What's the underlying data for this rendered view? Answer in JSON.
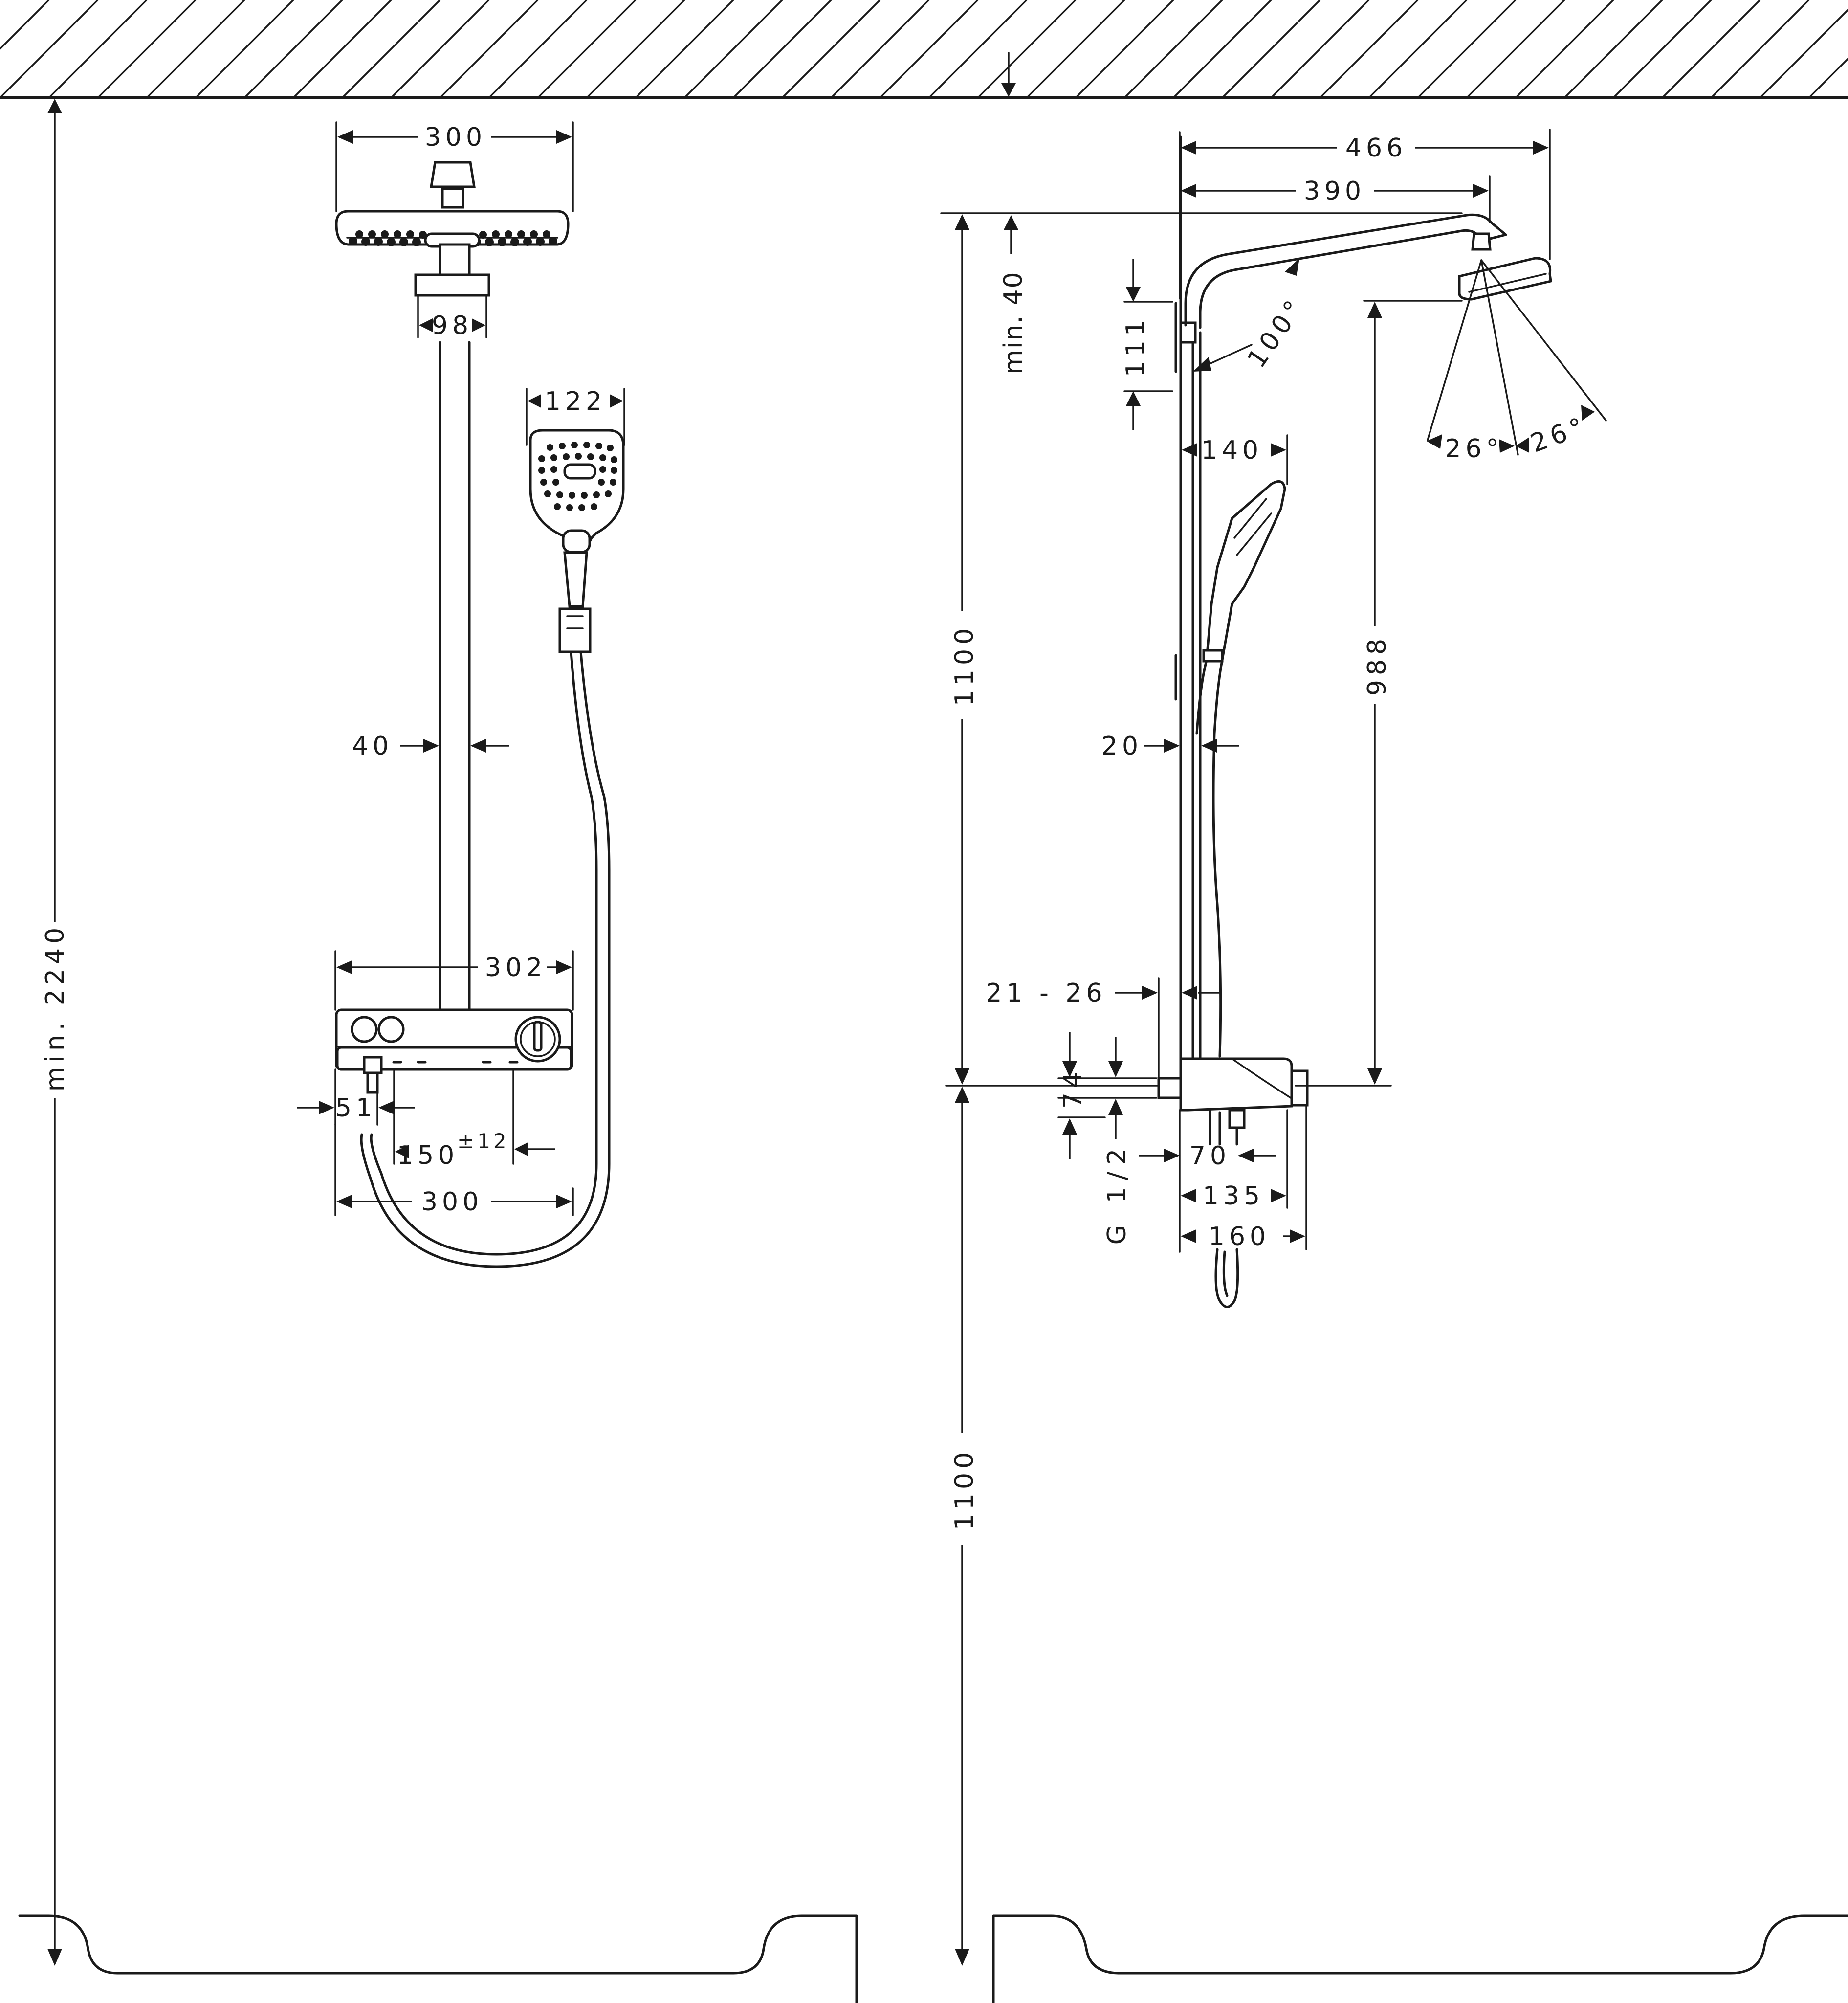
{
  "dimensions": {
    "front": {
      "head_width": "300",
      "arm_width": "98",
      "hand_shower_width": "122",
      "pipe_diameter": "40",
      "thermostat_width": "302",
      "outlet_offset": "51",
      "centres": "150",
      "centres_tolerance": "±12",
      "shelf_width": "300",
      "min_total_height": "min. 2240"
    },
    "side": {
      "projection_total": "466",
      "projection_arm": "390",
      "min_ceiling": "min. 40",
      "slide_length": "111",
      "tilt_angle": "100°",
      "spray_angle_left": "26°",
      "spray_angle_right": "26°",
      "hand_shower_projection": "140",
      "head_to_thermostat": "988",
      "upper_height": "1100",
      "rail_diameter": "20",
      "wall_gap": "21 - 26",
      "thermostat_height": "74",
      "connection": "G 1/2",
      "connection_offset": "70",
      "thermostat_depth": "135",
      "overall_depth": "160",
      "lower_height": "1100"
    }
  }
}
